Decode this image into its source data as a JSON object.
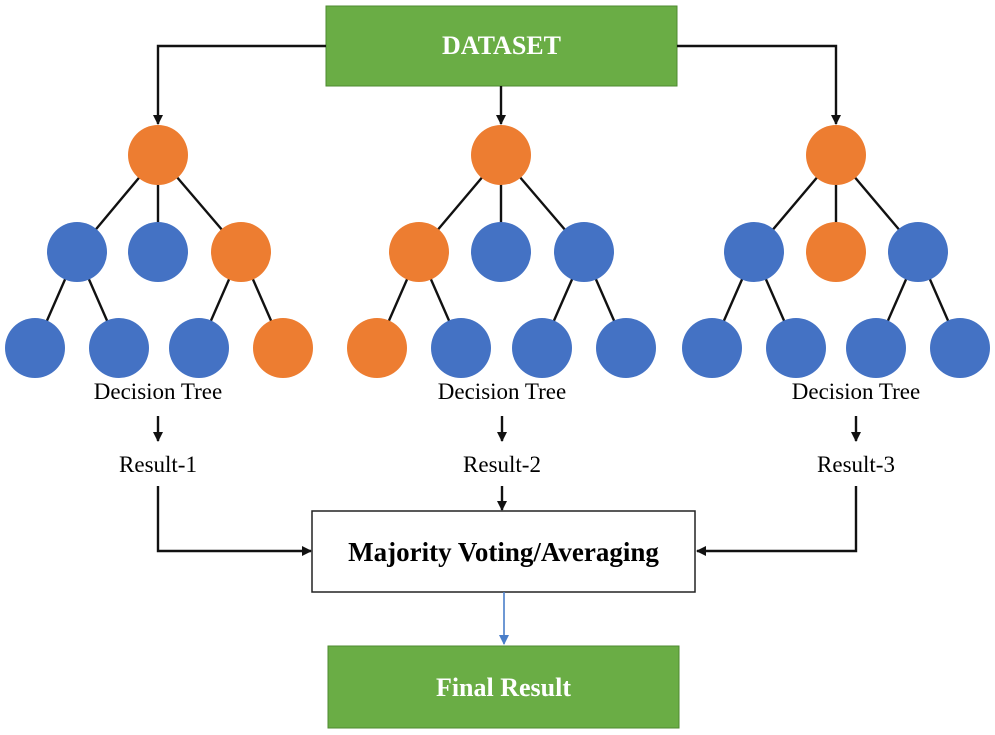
{
  "colors": {
    "box_green": "#6aad45",
    "node_orange": "#ed7d31",
    "node_blue": "#4472c4",
    "box_text": "#ffffff",
    "text": "#000000",
    "final_arrow": "#4a7ec9"
  },
  "top_box": {
    "label": "DATASET"
  },
  "trees": [
    {
      "label": "Decision Tree",
      "result": "Result-1",
      "root": "orange",
      "level1": [
        "blue",
        "blue",
        "orange"
      ],
      "level2": [
        "blue",
        "blue",
        "blue",
        "orange"
      ]
    },
    {
      "label": "Decision Tree",
      "result": "Result-2",
      "root": "orange",
      "level1": [
        "orange",
        "blue",
        "blue"
      ],
      "level2": [
        "orange",
        "blue",
        "blue",
        "blue"
      ]
    },
    {
      "label": "Decision Tree",
      "result": "Result-3",
      "root": "orange",
      "level1": [
        "blue",
        "orange",
        "blue"
      ],
      "level2": [
        "blue",
        "blue",
        "blue",
        "blue"
      ]
    }
  ],
  "aggregator": {
    "label": "Majority Voting/Averaging"
  },
  "final_box": {
    "label": "Final Result"
  }
}
